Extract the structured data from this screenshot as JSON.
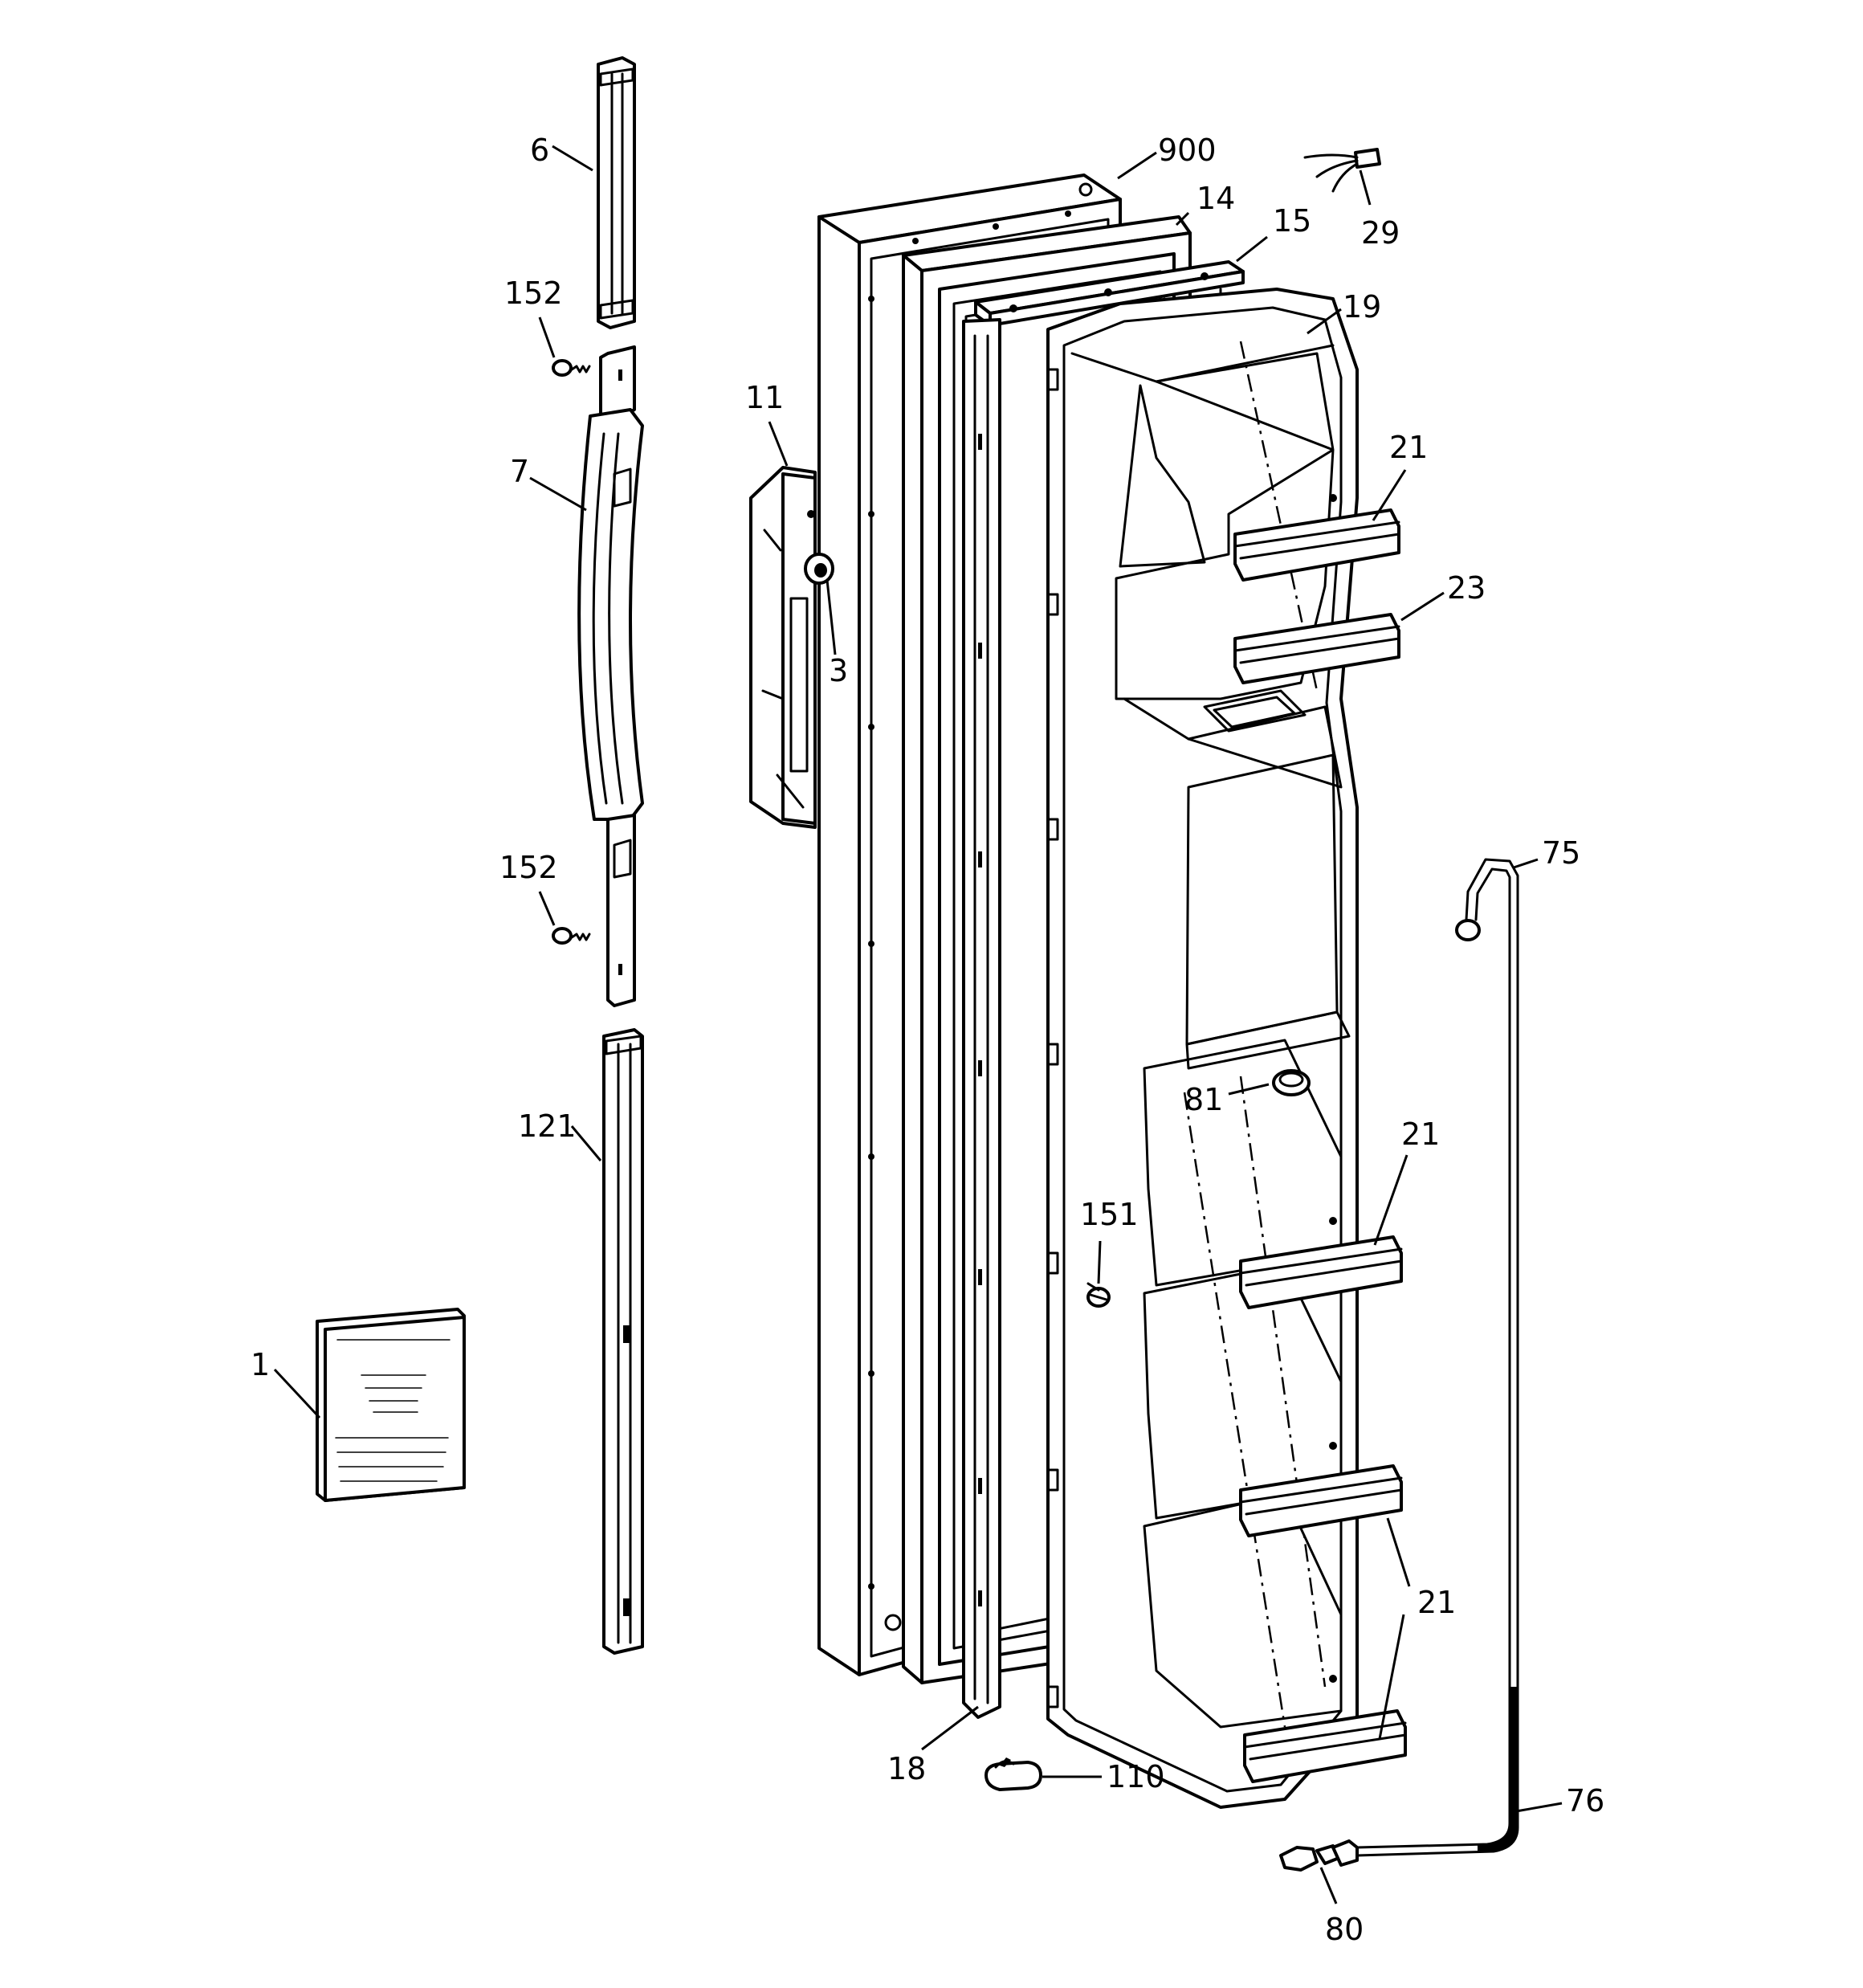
{
  "callouts": [
    {
      "id": "c900",
      "text": "900"
    },
    {
      "id": "c29",
      "text": "29"
    },
    {
      "id": "c6",
      "text": "6"
    },
    {
      "id": "c14",
      "text": "14"
    },
    {
      "id": "c15",
      "text": "15"
    },
    {
      "id": "c19",
      "text": "19"
    },
    {
      "id": "c152a",
      "text": "152"
    },
    {
      "id": "c11",
      "text": "11"
    },
    {
      "id": "c7",
      "text": "7"
    },
    {
      "id": "c21a",
      "text": "21"
    },
    {
      "id": "c23",
      "text": "23"
    },
    {
      "id": "c3",
      "text": "3"
    },
    {
      "id": "c75",
      "text": "75"
    },
    {
      "id": "c152b",
      "text": "152"
    },
    {
      "id": "c81",
      "text": "81"
    },
    {
      "id": "c121",
      "text": "121"
    },
    {
      "id": "c21b",
      "text": "21"
    },
    {
      "id": "c151",
      "text": "151"
    },
    {
      "id": "c1",
      "text": "1"
    },
    {
      "id": "c21c",
      "text": "21"
    },
    {
      "id": "c110",
      "text": "110"
    },
    {
      "id": "c18",
      "text": "18"
    },
    {
      "id": "c76",
      "text": "76"
    },
    {
      "id": "c80",
      "text": "80"
    }
  ],
  "icons": [
    "tube-clip-icon",
    "screw-icon",
    "plug-icon",
    "wire-harness-icon",
    "compression-fitting-icon"
  ]
}
